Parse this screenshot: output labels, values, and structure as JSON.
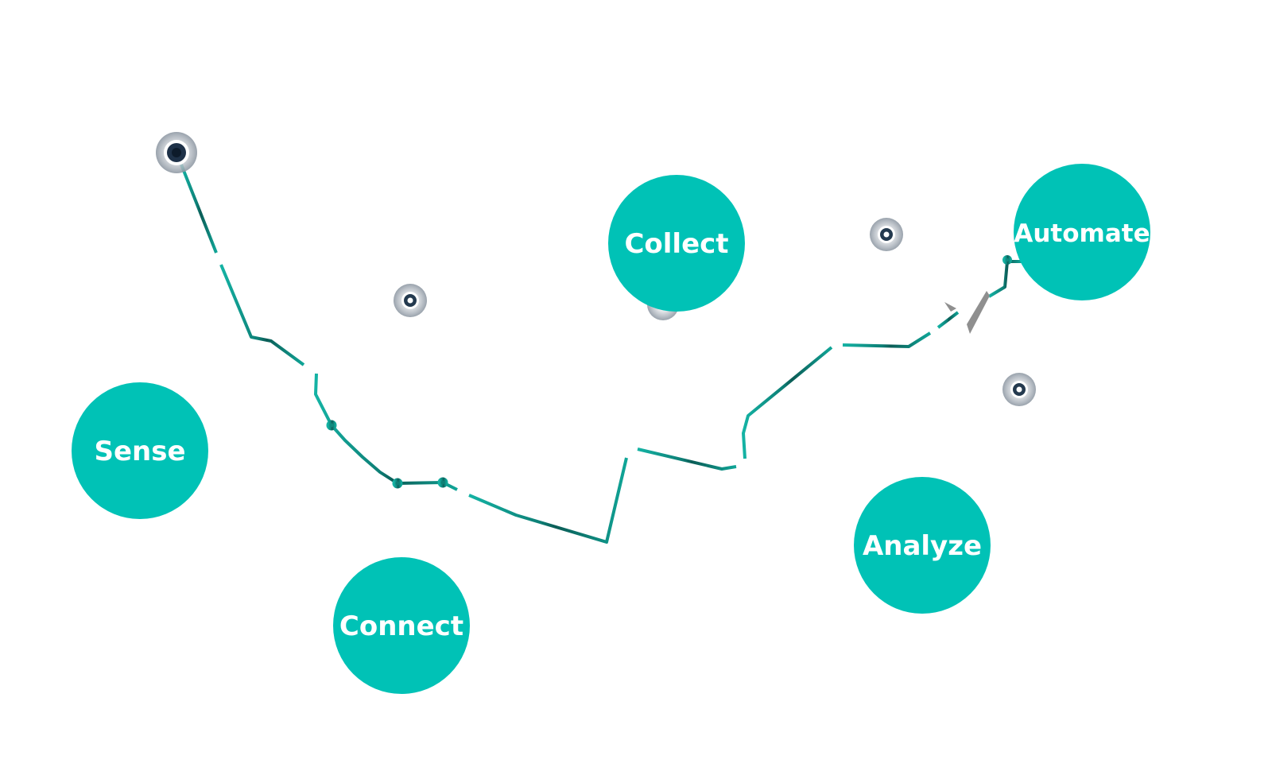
{
  "stages": [
    {
      "id": "sense",
      "label": "Sense"
    },
    {
      "id": "connect",
      "label": "Connect"
    },
    {
      "id": "collect",
      "label": "Collect"
    },
    {
      "id": "analyze",
      "label": "Analyze"
    },
    {
      "id": "automate",
      "label": "Automate"
    }
  ],
  "colors": {
    "stage_fill": "#00c2b6",
    "stage_text": "#ffffff",
    "path_light": "#12aa9c",
    "path_mid": "#0e8a7e",
    "path_dark": "#0b5c56",
    "marker_core": "#1e3148",
    "marker_halo": "#9aa3ad",
    "background": "#ffffff"
  },
  "icons": {
    "start_marker": "location-pin-icon",
    "waypoint_marker": "waypoint-dot-icon"
  }
}
